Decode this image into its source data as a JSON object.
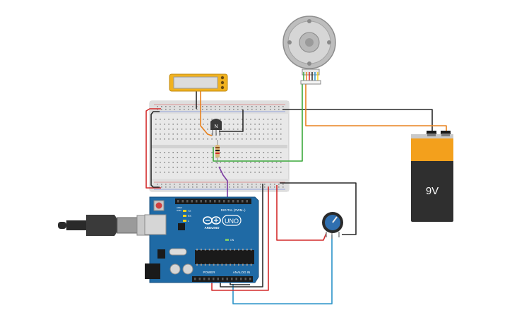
{
  "components": {
    "arduino": {
      "model": "UNO",
      "brand": "ARDUINO",
      "digital_label": "DIGITAL (PWM~)",
      "power_label": "POWER",
      "analog_label": "ANALOG IN",
      "tx_label": "TX",
      "rx_label": "RX",
      "l_label": "L",
      "on_label": "ON",
      "aref_label": "AREF",
      "gnd_label": "GND"
    },
    "battery": {
      "label": "9V"
    },
    "transistor": {
      "label": "N"
    }
  },
  "colors": {
    "wire_red": "#d42a2a",
    "wire_black": "#2a2a2a",
    "wire_orange": "#e8821e",
    "wire_green": "#3aa83a",
    "wire_purple": "#7a3aa0",
    "wire_blue": "#2a93c8",
    "arduino_blue": "#1f6aa5",
    "battery_orange": "#f3a01c",
    "lcd_gold": "#f1b21f"
  }
}
